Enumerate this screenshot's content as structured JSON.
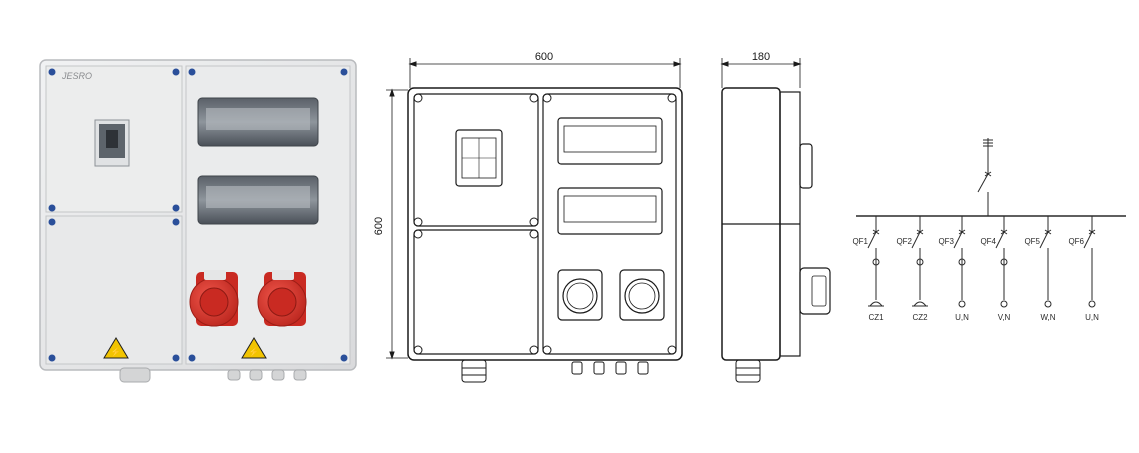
{
  "product": {
    "brand_logo": "JESRO",
    "warning_sign": "high-voltage-warning",
    "socket_color": "#d9342b",
    "body_color": "#e6e7e8"
  },
  "front_view": {
    "width_label": "600",
    "height_label": "600"
  },
  "side_view": {
    "depth_label": "180"
  },
  "schematic": {
    "breakers": [
      {
        "tag": "QF1",
        "output": "CZ1"
      },
      {
        "tag": "QF2",
        "output": "CZ2"
      },
      {
        "tag": "QF3",
        "output": "U,N"
      },
      {
        "tag": "QF4",
        "output": "V,N"
      },
      {
        "tag": "QF5",
        "output": "W,N"
      },
      {
        "tag": "QF6",
        "output": "U,N"
      }
    ]
  }
}
